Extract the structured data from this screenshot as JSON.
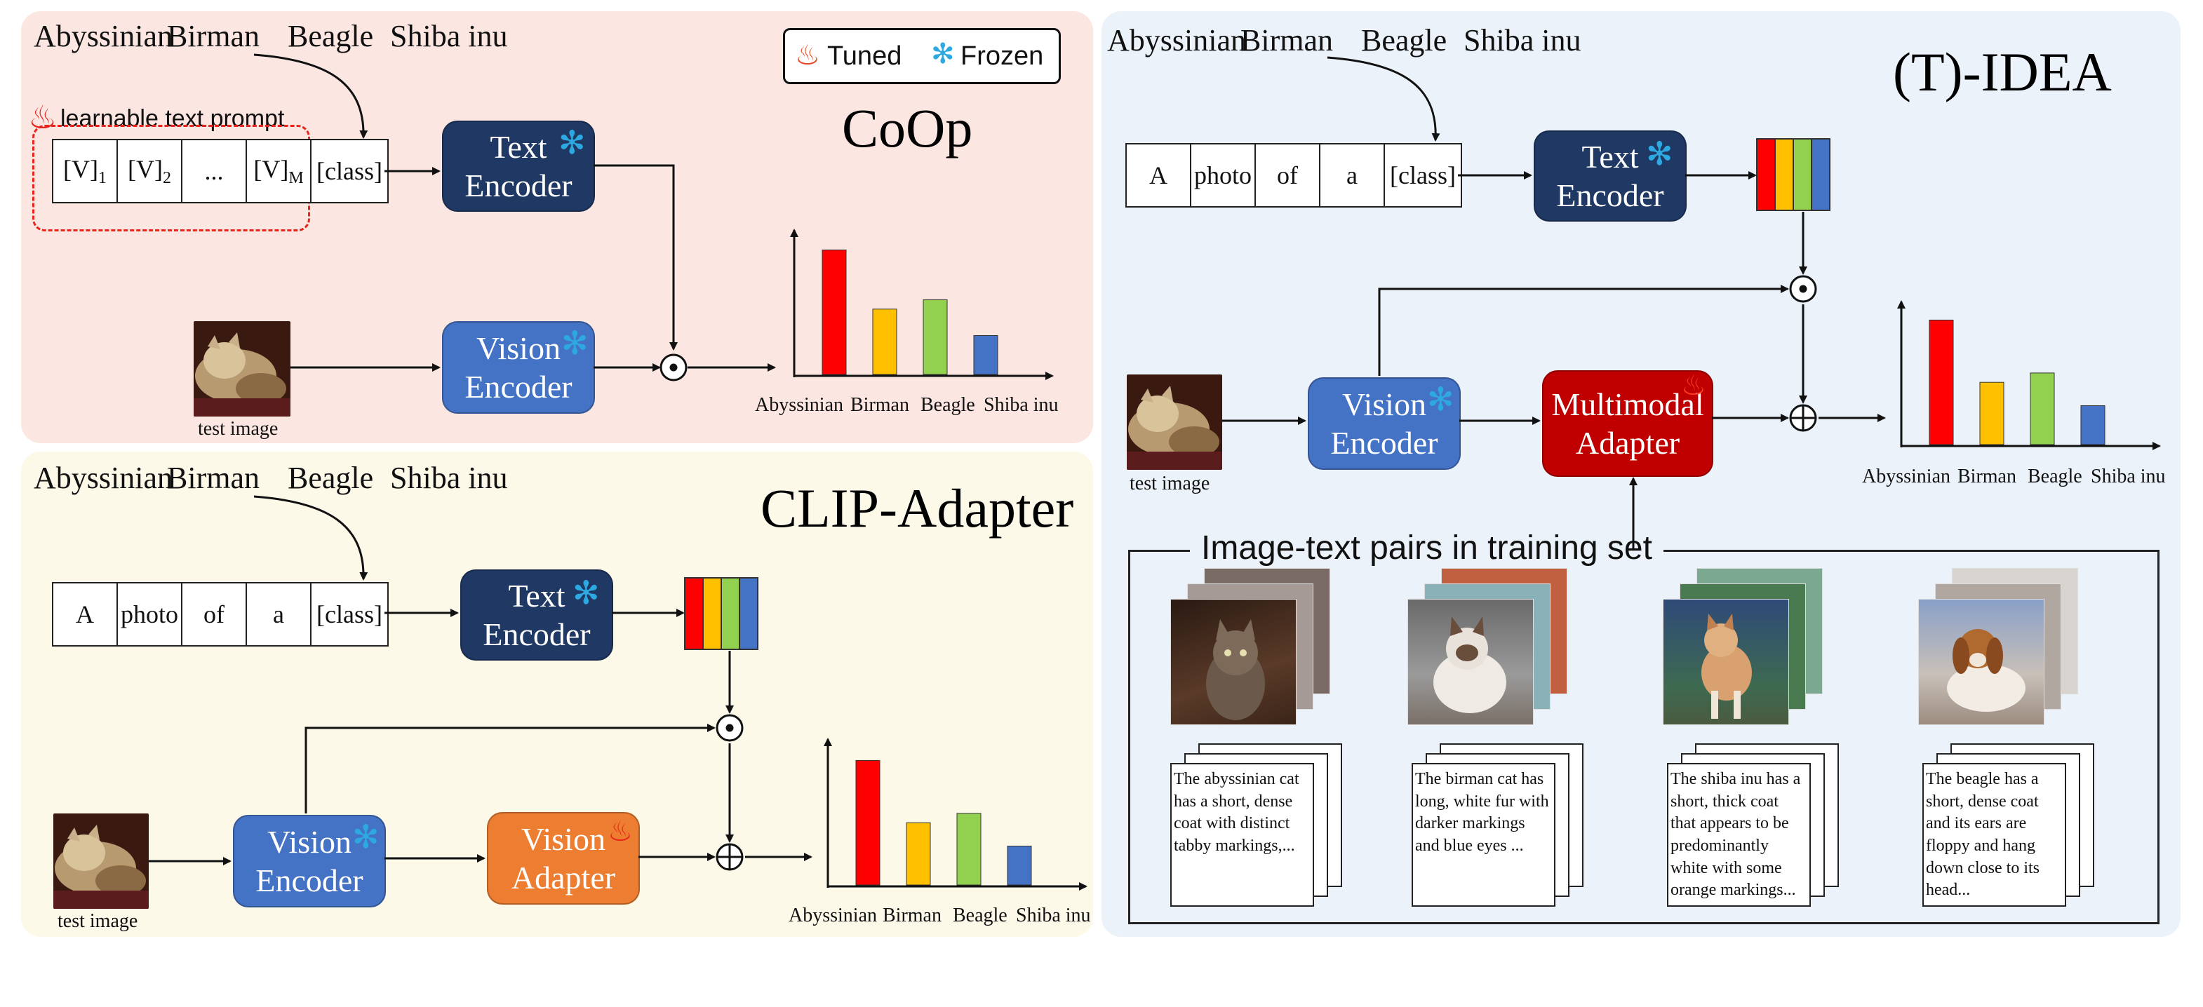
{
  "classes": [
    "Abyssinian",
    "Birman",
    "Beagle",
    "Shiba inu"
  ],
  "legend": {
    "tuned": "Tuned",
    "frozen": "Frozen"
  },
  "coop": {
    "title": "CoOp",
    "prompt_label": "learnable text prompt",
    "tokens": [
      "[V]1",
      "[V]2",
      "...",
      "[V]M",
      "[class]"
    ],
    "text_encoder": [
      "Text",
      "Encoder"
    ],
    "vision_encoder": [
      "Vision",
      "Encoder"
    ],
    "test_image_caption": "test image",
    "chart_data": {
      "type": "bar",
      "categories": [
        "Abyssinian",
        "Birman",
        "Beagle",
        "Shiba inu"
      ],
      "values": [
        0.8,
        0.42,
        0.48,
        0.25
      ],
      "colors": [
        "#ff0000",
        "#ffc000",
        "#92d050",
        "#4472c4"
      ]
    }
  },
  "clip_adapter": {
    "title": "CLIP-Adapter",
    "tokens": [
      "A",
      "photo",
      "of",
      "a",
      "[class]"
    ],
    "text_encoder": [
      "Text",
      "Encoder"
    ],
    "vision_encoder": [
      "Vision",
      "Encoder"
    ],
    "vision_adapter": [
      "Vision",
      "Adapter"
    ],
    "test_image_caption": "test image",
    "chart_data": {
      "type": "bar",
      "categories": [
        "Abyssinian",
        "Birman",
        "Beagle",
        "Shiba inu"
      ],
      "values": [
        0.8,
        0.4,
        0.46,
        0.25
      ],
      "colors": [
        "#ff0000",
        "#ffc000",
        "#92d050",
        "#4472c4"
      ]
    }
  },
  "idea": {
    "title": "(T)-IDEA",
    "tokens": [
      "A",
      "photo",
      "of",
      "a",
      "[class]"
    ],
    "text_encoder": [
      "Text",
      "Encoder"
    ],
    "vision_encoder": [
      "Vision",
      "Encoder"
    ],
    "multimodal_adapter": [
      "Multimodal",
      "Adapter"
    ],
    "test_image_caption": "test image",
    "training_label": "Image-text pairs in training set",
    "captions": [
      "The abyssinian cat has a short, dense coat with distinct tabby markings,...",
      "The birman cat has long, white fur with darker markings and blue eyes ...",
      "The shiba inu has a short, thick coat that appears to be predominantly white with some orange markings...",
      "The beagle has a short, dense coat and its ears are floppy and hang down close to its head..."
    ],
    "chart_data": {
      "type": "bar",
      "categories": [
        "Abyssinian",
        "Birman",
        "Beagle",
        "Shiba inu"
      ],
      "values": [
        0.8,
        0.4,
        0.46,
        0.25
      ],
      "colors": [
        "#ff0000",
        "#ffc000",
        "#92d050",
        "#4472c4"
      ]
    }
  },
  "feature_colors": [
    "#ff0000",
    "#ffc000",
    "#92d050",
    "#4472c4"
  ]
}
